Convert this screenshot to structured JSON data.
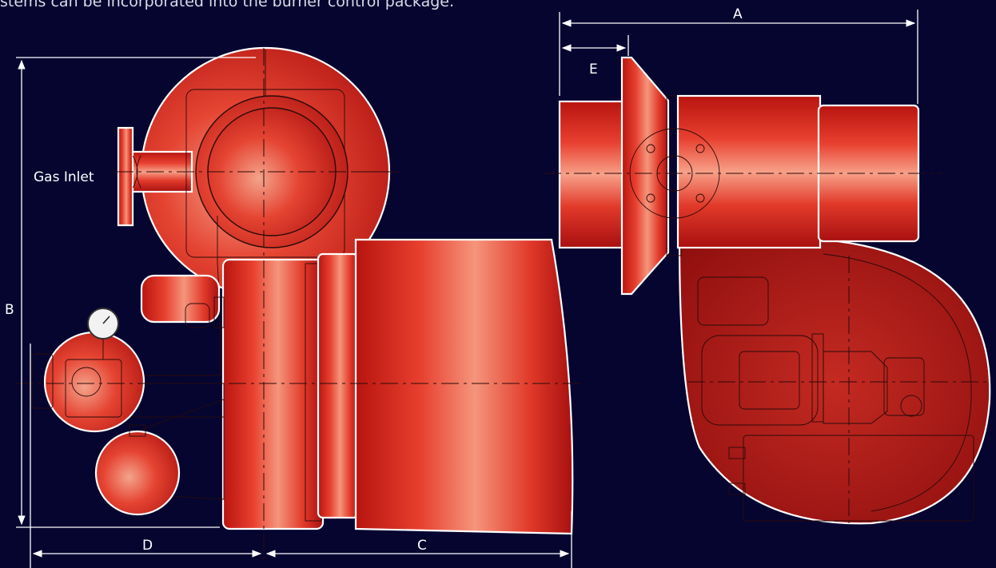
{
  "caption": "stems can be incorporated into the burner control package.",
  "labels": {
    "gas_inlet": "Gas Inlet"
  },
  "dimensions": {
    "A": "A",
    "B": "B",
    "C": "C",
    "D": "D",
    "E": "E"
  },
  "colors": {
    "background": "#050530",
    "burner_red": "#e0302a",
    "highlight": "#f6a08a",
    "shadow": "#9a1010",
    "steel": "#c9c9c9"
  }
}
